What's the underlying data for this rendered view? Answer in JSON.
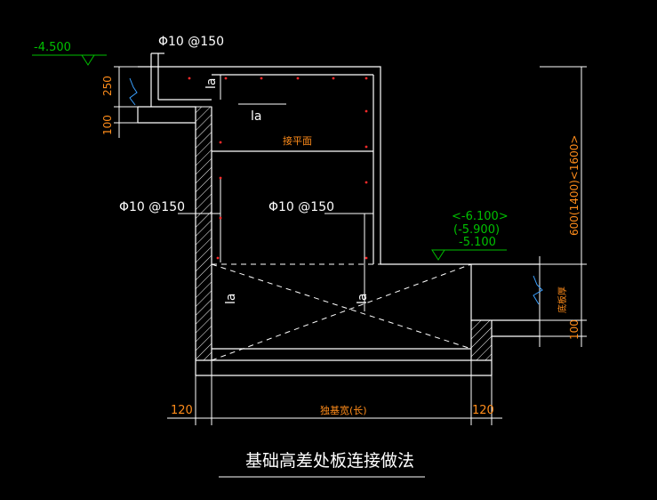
{
  "colors": {
    "background": "#000000",
    "line": "#ffffff",
    "elevation": "#00c000",
    "dimension": "#ff8c1a",
    "rebar_point": "#ff2a2a",
    "dim_tick": "#3aa0ff"
  },
  "elevations": {
    "top": "-4.500",
    "right_1": "<-6.100>",
    "right_2": "(-5.900)",
    "right_3": "-5.100"
  },
  "rebar": {
    "top": "Φ10 @150",
    "left": "Φ10 @150",
    "mid": "Φ10 @150"
  },
  "anchor_labels": {
    "la1": "la",
    "la2": "la",
    "la3": "la",
    "la4": "la"
  },
  "annotations": {
    "joint_surface": "接平面",
    "bottom_width": "独基宽(长)",
    "slab_thickness": "底板厚"
  },
  "dimensions": {
    "d250": "250",
    "d100": "100",
    "right_height": "600(1400)<1600>",
    "right_100": "100",
    "left_120": "120",
    "right_120": "120"
  },
  "title": "基础高差处板连接做法"
}
